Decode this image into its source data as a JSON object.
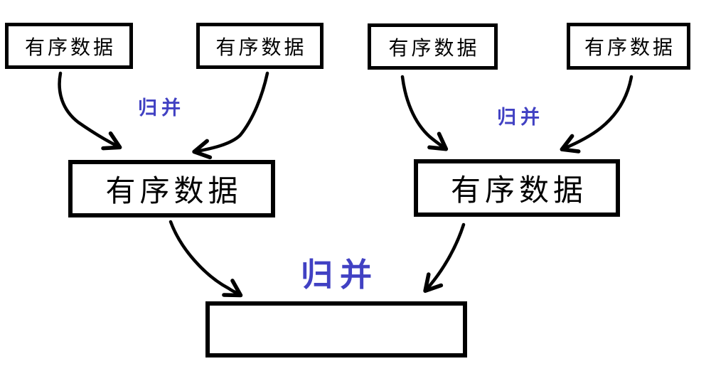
{
  "diagram": {
    "top_boxes": [
      {
        "label": "有序数据"
      },
      {
        "label": "有序数据"
      },
      {
        "label": "有序数据"
      },
      {
        "label": "有序数据"
      }
    ],
    "middle_boxes": [
      {
        "label": "有序数据"
      },
      {
        "label": "有序数据"
      }
    ],
    "bottom_box": {
      "label": ""
    },
    "merge_labels": {
      "left": "归并",
      "right": "归并",
      "center": "归并"
    },
    "colors": {
      "line_color": "#000000",
      "merge_text_color": "#4141c3",
      "background": "#ffffff"
    }
  }
}
